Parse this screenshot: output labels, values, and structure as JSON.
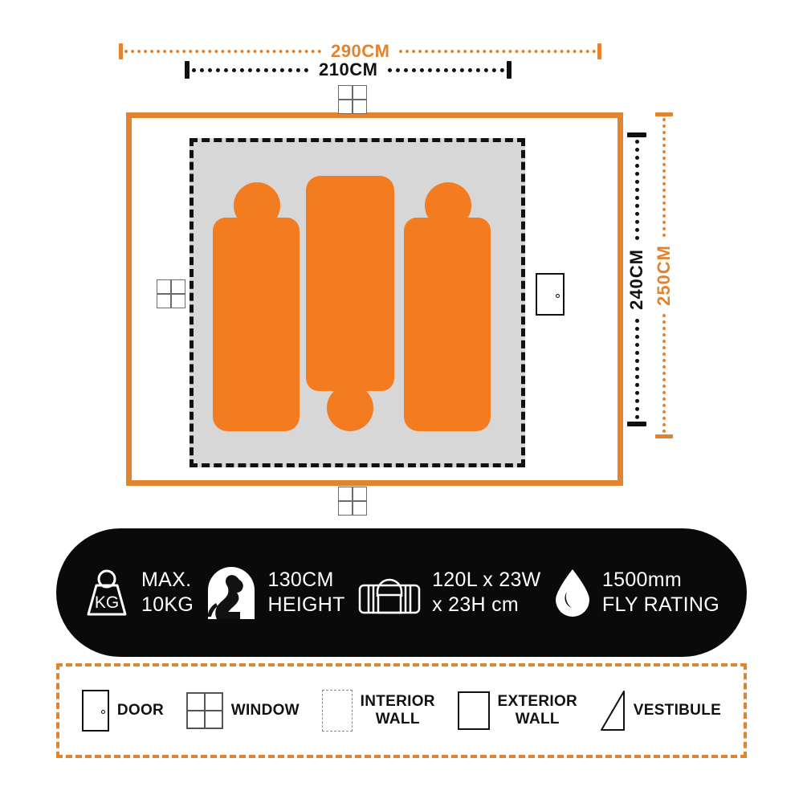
{
  "diagram": {
    "type": "tent-floor-plan",
    "colors": {
      "orange": "#E2832F",
      "figure_orange": "#F47C20",
      "interior_fill": "#D7D7D7",
      "black": "#0A0A0A"
    },
    "dimensions": {
      "overall_width": "290CM",
      "interior_width": "210CM",
      "interior_height": "240CM",
      "overall_height": "250CM"
    },
    "occupants": 3,
    "plan_icons": [
      {
        "name": "window-icon",
        "position": "top"
      },
      {
        "name": "window-icon",
        "position": "left"
      },
      {
        "name": "window-icon",
        "position": "bottom"
      },
      {
        "name": "door-icon",
        "position": "right"
      }
    ]
  },
  "specs": [
    {
      "icon": "weight-kg-icon",
      "line1": "MAX.",
      "line2": "10KG"
    },
    {
      "icon": "person-sitting-icon",
      "line1": "130CM",
      "line2": "HEIGHT"
    },
    {
      "icon": "duffel-bag-icon",
      "line1": "120L x 23W",
      "line2": "x 23H cm"
    },
    {
      "icon": "water-drop-icon",
      "line1": "1500mm",
      "line2": "FLY RATING"
    }
  ],
  "legend": [
    {
      "icon": "door-icon",
      "label": "DOOR"
    },
    {
      "icon": "window-icon",
      "label": "WINDOW"
    },
    {
      "icon": "interior-wall-icon",
      "label": "INTERIOR\nWALL"
    },
    {
      "icon": "exterior-wall-icon",
      "label": "EXTERIOR\nWALL"
    },
    {
      "icon": "vestibule-icon",
      "label": "VESTIBULE"
    }
  ]
}
